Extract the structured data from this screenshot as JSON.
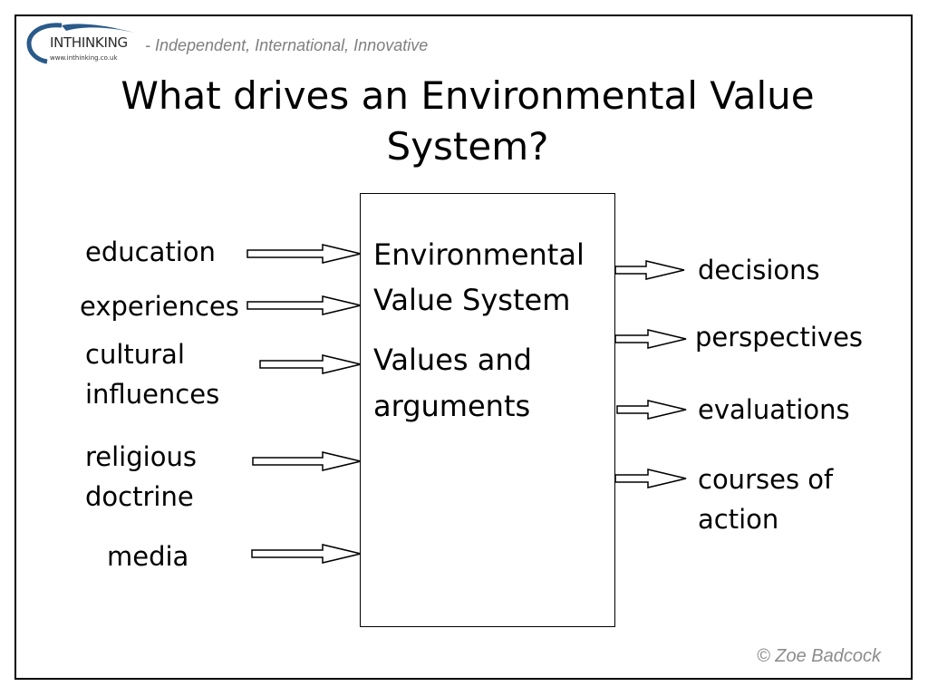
{
  "header": {
    "logo_name": "INTHINKING",
    "logo_url": "www.inthinking.co.uk",
    "tagline": "- Independent, International, Innovative"
  },
  "title": "What drives an Environmental Value System?",
  "center_box": {
    "heading_line1": "Environmental",
    "heading_line2": "Value System",
    "sub_line1": "Values and",
    "sub_line2": "arguments"
  },
  "inputs": [
    {
      "line1": "education",
      "line2": ""
    },
    {
      "line1": "experiences",
      "line2": ""
    },
    {
      "line1": "cultural",
      "line2": "influences"
    },
    {
      "line1": "religious",
      "line2": "doctrine"
    },
    {
      "line1": "media",
      "line2": ""
    }
  ],
  "outputs": [
    {
      "line1": "decisions",
      "line2": ""
    },
    {
      "line1": "perspectives",
      "line2": ""
    },
    {
      "line1": "evaluations",
      "line2": ""
    },
    {
      "line1": "courses of",
      "line2": "action"
    }
  ],
  "copyright": "© Zoe Badcock"
}
